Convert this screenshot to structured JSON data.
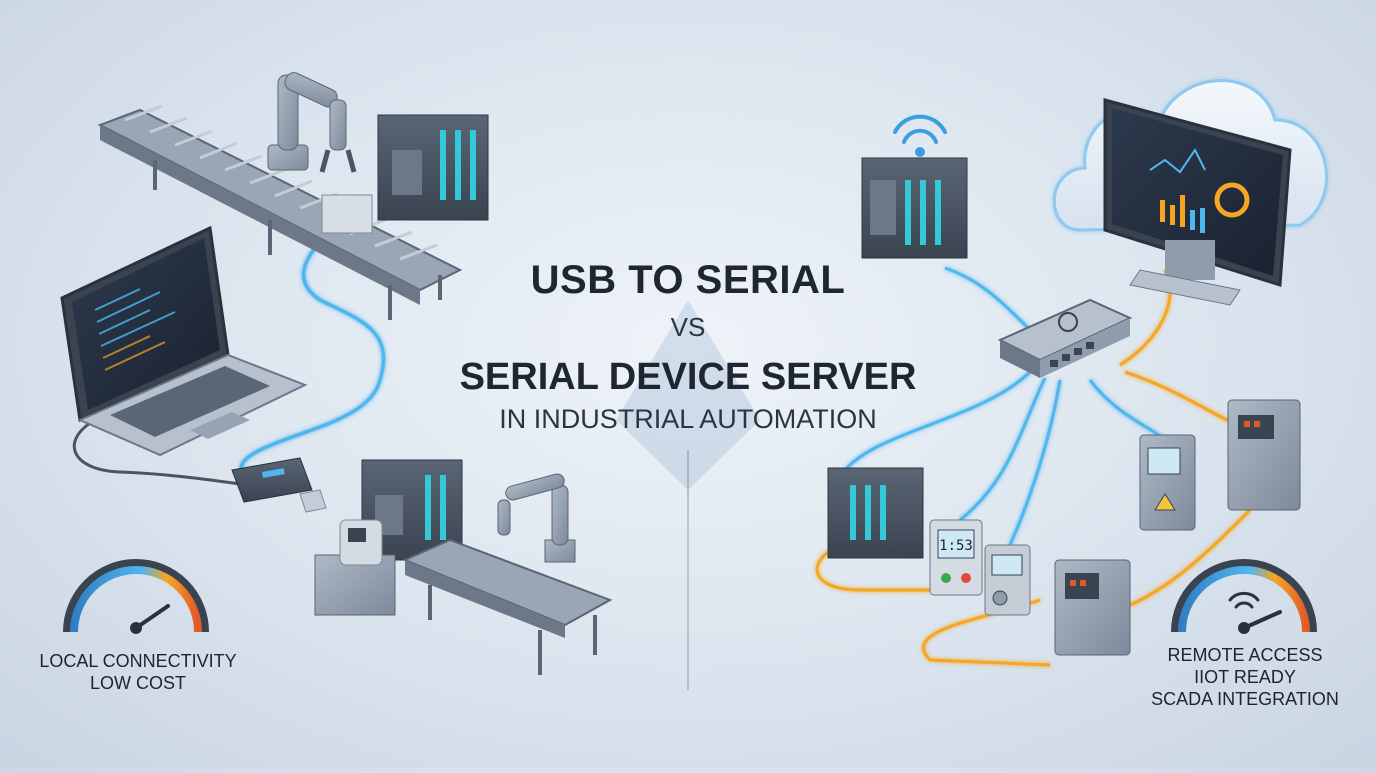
{
  "title": {
    "line1": "USB TO SERIAL",
    "line2": "VS",
    "line3": "SERIAL DEVICE SERVER",
    "line4": "IN INDUSTRIAL AUTOMATION"
  },
  "left_panel": {
    "features": [
      "LOCAL CONNECTIVITY",
      "LOW COST"
    ]
  },
  "right_panel": {
    "features": [
      "REMOTE ACCESS",
      "IIOT READY",
      "SCADA INTEGRATION"
    ],
    "meter_display": "1:53"
  },
  "colors": {
    "usb_cable": "#4fb6ee",
    "ethernet_cable": "#4fb6ee",
    "serial_cable": "#f5a623",
    "device_body": "#8f9cac",
    "device_dark": "#4a5564",
    "led": "#34c8d8",
    "gauge_low": "#3a8fd0",
    "gauge_high": "#e05a2a"
  },
  "icons": [
    "robot-arm-icon",
    "conveyor-icon",
    "plc-icon",
    "laptop-icon",
    "usb-adapter-icon",
    "cloud-icon",
    "monitor-icon",
    "wifi-icon",
    "network-switch-icon",
    "vfd-drive-icon",
    "meter-icon",
    "gauge-icon"
  ]
}
